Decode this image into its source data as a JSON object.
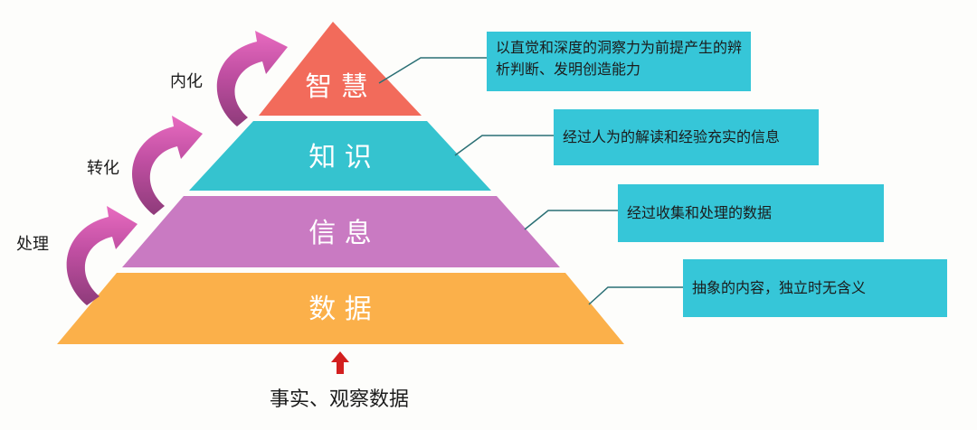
{
  "levels": [
    {
      "label": "智 慧",
      "color": "#f26b5b",
      "description": "以直觉和深度的洞察力为前提产生的辨析判断、发明创造能力"
    },
    {
      "label": "知 识",
      "color": "#35c3cf",
      "description": "经过人为的解读和经验充实的信息"
    },
    {
      "label": "信 息",
      "color": "#c97ac2",
      "description": "经过收集和处理的数据"
    },
    {
      "label": "数 据",
      "color": "#fbb04a",
      "description": "抽象的内容，独立时无含义"
    }
  ],
  "transitions": [
    "内化",
    "转化",
    "处理"
  ],
  "base_label": "事实、观察数据",
  "colors": {
    "arrow_pink": "#e86bc0",
    "arrow_dark": "#8e3b7a",
    "base_arrow": "#d31f1f",
    "box": "#36c6d8",
    "leader_line": "#2a6f74"
  }
}
